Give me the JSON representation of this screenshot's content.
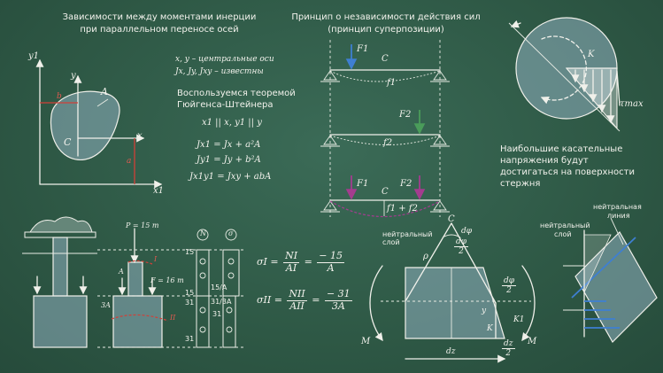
{
  "section1": {
    "title_line1": "Зависимости между моментами инерции",
    "title_line2": "при параллельном переносе осей",
    "given_line1": "x, y – центральные оси",
    "given_line2": "Jx, Jy, Jxy – известны",
    "use_line1": "Воспользуемся теоремой",
    "use_line2": "Гюйгенса-Штейнера",
    "parallel": "x1 || x,  y1 || y",
    "eq1": "Jx1 = Jx + a²A",
    "eq2": "Jy1 = Jy + b²A",
    "eq3": "Jx1y1 = Jxy + abA",
    "axis_y1": "y1",
    "axis_y": "y",
    "axis_x": "x",
    "axis_x1": "x1",
    "label_A": "A",
    "label_C": "C",
    "label_b": "b",
    "label_a": "a"
  },
  "section2": {
    "title_line1": "Принцип о независимости действия сил",
    "title_line2": "(принцип суперпозиции)",
    "beam1_F": "F1",
    "beam1_C": "C",
    "beam1_f": "f1",
    "beam2_F": "F2",
    "beam2_f": "f2",
    "beam3_F1": "F1",
    "beam3_F2": "F2",
    "beam3_C": "C",
    "beam3_f": "f1 + f2"
  },
  "section3": {
    "label_K": "K",
    "tau_max": "τmax",
    "note_line1": "Наибольшие касательные",
    "note_line2": "напряжения будут",
    "note_line3": "достигаться на поверхности",
    "note_line4": "стержня"
  },
  "section4": {
    "P_label": "P = 15 т",
    "F_label": "F = 16 т",
    "A_label": "A",
    "A3_label": "3A",
    "I_label": "I",
    "II_label": "II",
    "col_N": "N",
    "col_sigma": "σ",
    "n15a": "15",
    "n15b": "15",
    "n31a": "31",
    "n31b": "31",
    "n31c": "31",
    "s15A": "15/A",
    "s31A": "31/3A",
    "sigma1_lhs": "σI =",
    "sigma1_num1": "NI",
    "sigma1_den1": "AI",
    "sigma1_num2": "− 15",
    "sigma1_den2": "A",
    "sigma2_lhs": "σII =",
    "sigma2_num1": "NII",
    "sigma2_den1": "AII",
    "sigma2_num2": "− 31",
    "sigma2_den2": "3A"
  },
  "section5": {
    "neutral_layer": "нейтральный слой",
    "label_C": "C",
    "dphi": "dφ",
    "dphi_half_num": "dφ",
    "dphi_half_den": "2",
    "rho": "ρ",
    "y": "y",
    "K": "K",
    "K1": "K1",
    "M_left": "M",
    "M_right": "M",
    "dz": "dz",
    "dz_half_num": "dz",
    "dz_half_den": "2",
    "dphi2_num": "dφ",
    "dphi2_den": "2"
  },
  "section6": {
    "neutral_line_1": "нейтральная",
    "neutral_line_2": "линия",
    "neutral_layer_1": "нейтральный",
    "neutral_layer_2": "слой"
  }
}
